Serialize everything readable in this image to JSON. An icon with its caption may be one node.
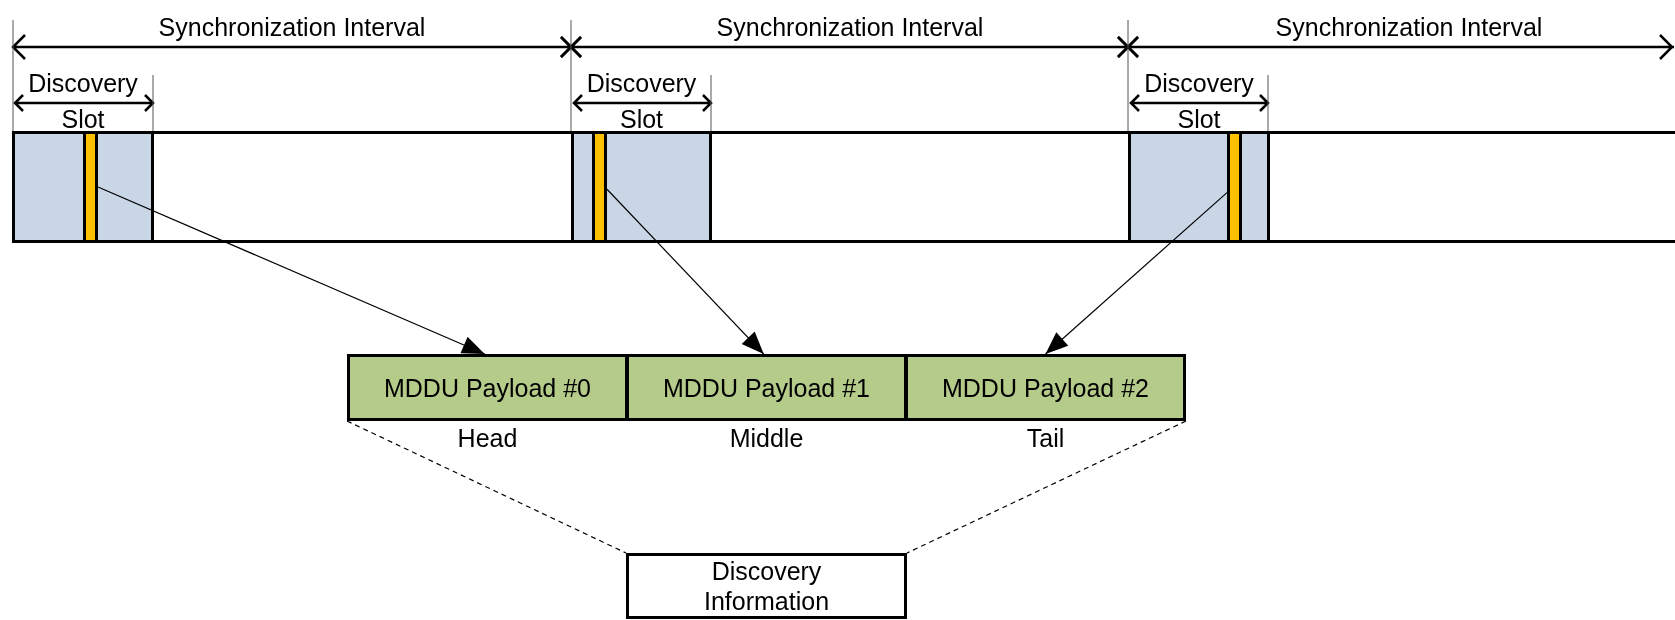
{
  "diagram": {
    "nodes": [
      {
        "text": [],
        "shape": "bar"
      },
      {
        "text": [],
        "shape": "box",
        "in": 0
      },
      {
        "text": [],
        "shape": "box",
        "in": 0
      },
      {
        "text": [],
        "shape": "box",
        "in": 0
      },
      {
        "text": [],
        "shape": "bar",
        "in": 1
      },
      {
        "text": [],
        "shape": "bar",
        "in": 2
      },
      {
        "text": [],
        "shape": "bar",
        "in": 3
      },
      {
        "text": [
          "MDDU Payload #0"
        ],
        "beside": [
          "Head"
        ]
      },
      {
        "text": [
          "MDDU Payload #1"
        ],
        "beside": [
          "Middle"
        ]
      },
      {
        "text": [
          "MDDU Payload #2"
        ],
        "beside": [
          "Tail"
        ]
      },
      {
        "text": [
          "Discovery Information"
        ]
      }
    ],
    "edges": [
      {
        "from": 4,
        "to": 7,
        "arrow": "to"
      },
      {
        "from": 5,
        "to": 8,
        "arrow": "to"
      },
      {
        "from": 6,
        "to": 9,
        "arrow": "to"
      },
      {
        "from": 7,
        "to": 10,
        "arrow": "none",
        "style": "dashed"
      },
      {
        "from": 9,
        "to": 10,
        "arrow": "none",
        "style": "dashed"
      }
    ],
    "labels": [
      "Synchronization Interval",
      "Synchronization Interval",
      "Synchronization Interval",
      "Discovery Slot",
      "Discovery Slot",
      "Discovery Slot"
    ]
  }
}
